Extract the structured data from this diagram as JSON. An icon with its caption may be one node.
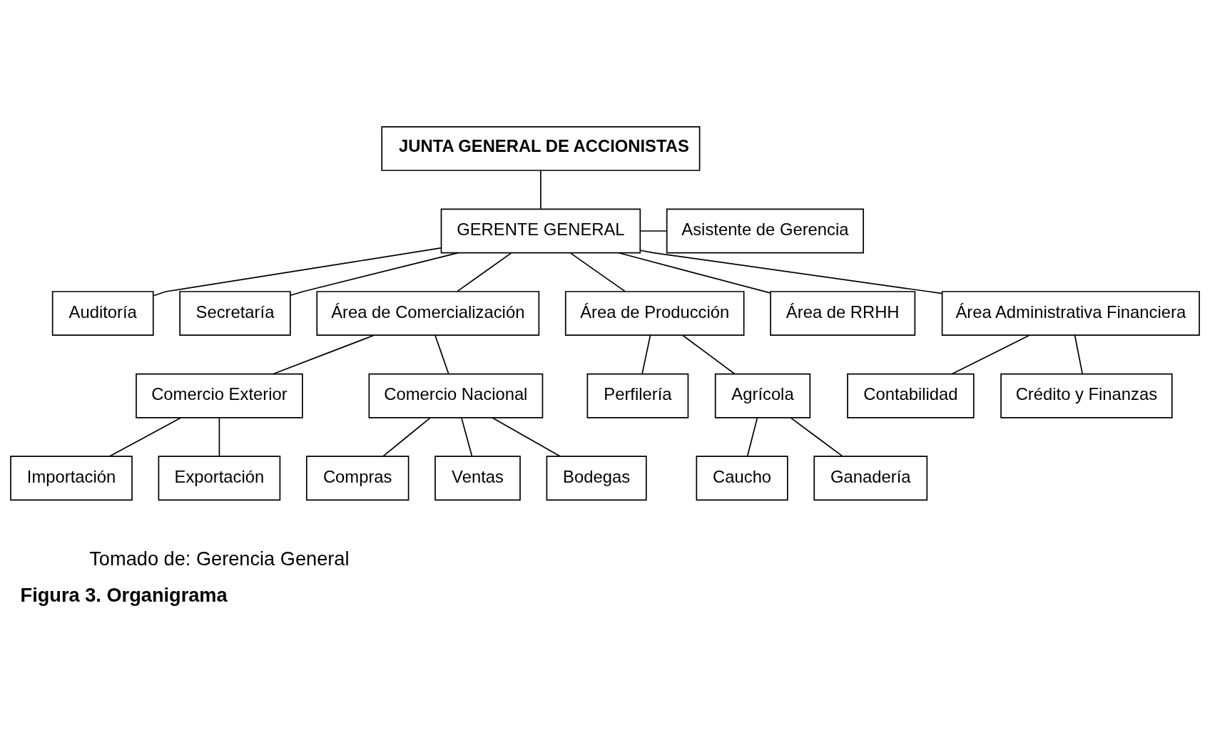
{
  "diagram": {
    "caption": "Figura 3. Organigrama",
    "nodes": [
      {
        "text": [
          "JUNTA GENERAL DE ACCIONISTAS"
        ]
      },
      {
        "text": [
          "GERENTE GENERAL"
        ]
      },
      {
        "text": [
          "Asistente de Gerencia"
        ]
      },
      {
        "text": [
          "Auditoría"
        ]
      },
      {
        "text": [
          "Secretaría"
        ]
      },
      {
        "text": [
          "Área de Comercialización"
        ]
      },
      {
        "text": [
          "Área de Producción"
        ]
      },
      {
        "text": [
          "Área de RRHH"
        ]
      },
      {
        "text": [
          "Área Administrativa Financiera"
        ]
      },
      {
        "text": [
          "Comercio Exterior"
        ]
      },
      {
        "text": [
          "Comercio Nacional"
        ]
      },
      {
        "text": [
          "Importación"
        ]
      },
      {
        "text": [
          "Exportación"
        ]
      },
      {
        "text": [
          "Compras"
        ]
      },
      {
        "text": [
          "Ventas"
        ]
      },
      {
        "text": [
          "Bodegas"
        ]
      },
      {
        "text": [
          "Perfilería"
        ]
      },
      {
        "text": [
          "Agrícola"
        ]
      },
      {
        "text": [
          "Caucho"
        ]
      },
      {
        "text": [
          "Ganadería"
        ]
      },
      {
        "text": [
          "Contabilidad"
        ]
      },
      {
        "text": [
          "Crédito y Finanzas"
        ]
      }
    ],
    "edges": [
      {
        "from": 0,
        "to": 1,
        "arrow": "none"
      },
      {
        "from": 1,
        "to": 2,
        "arrow": "none"
      },
      {
        "from": 1,
        "to": 3,
        "arrow": "none"
      },
      {
        "from": 1,
        "to": 4,
        "arrow": "none"
      },
      {
        "from": 1,
        "to": 5,
        "arrow": "none"
      },
      {
        "from": 1,
        "to": 6,
        "arrow": "none"
      },
      {
        "from": 1,
        "to": 7,
        "arrow": "none"
      },
      {
        "from": 1,
        "to": 8,
        "arrow": "none"
      },
      {
        "from": 5,
        "to": 9,
        "arrow": "none"
      },
      {
        "from": 5,
        "to": 10,
        "arrow": "none"
      },
      {
        "from": 9,
        "to": 11,
        "arrow": "none"
      },
      {
        "from": 9,
        "to": 12,
        "arrow": "none"
      },
      {
        "from": 10,
        "to": 13,
        "arrow": "none"
      },
      {
        "from": 10,
        "to": 14,
        "arrow": "none"
      },
      {
        "from": 10,
        "to": 15,
        "arrow": "none"
      },
      {
        "from": 6,
        "to": 16,
        "arrow": "none"
      },
      {
        "from": 6,
        "to": 17,
        "arrow": "none"
      },
      {
        "from": 17,
        "to": 18,
        "arrow": "none"
      },
      {
        "from": 17,
        "to": 19,
        "arrow": "none"
      },
      {
        "from": 8,
        "to": 20,
        "arrow": "none"
      },
      {
        "from": 8,
        "to": 21,
        "arrow": "none"
      }
    ],
    "labels": [
      "Tomado de: Gerencia General"
    ]
  }
}
